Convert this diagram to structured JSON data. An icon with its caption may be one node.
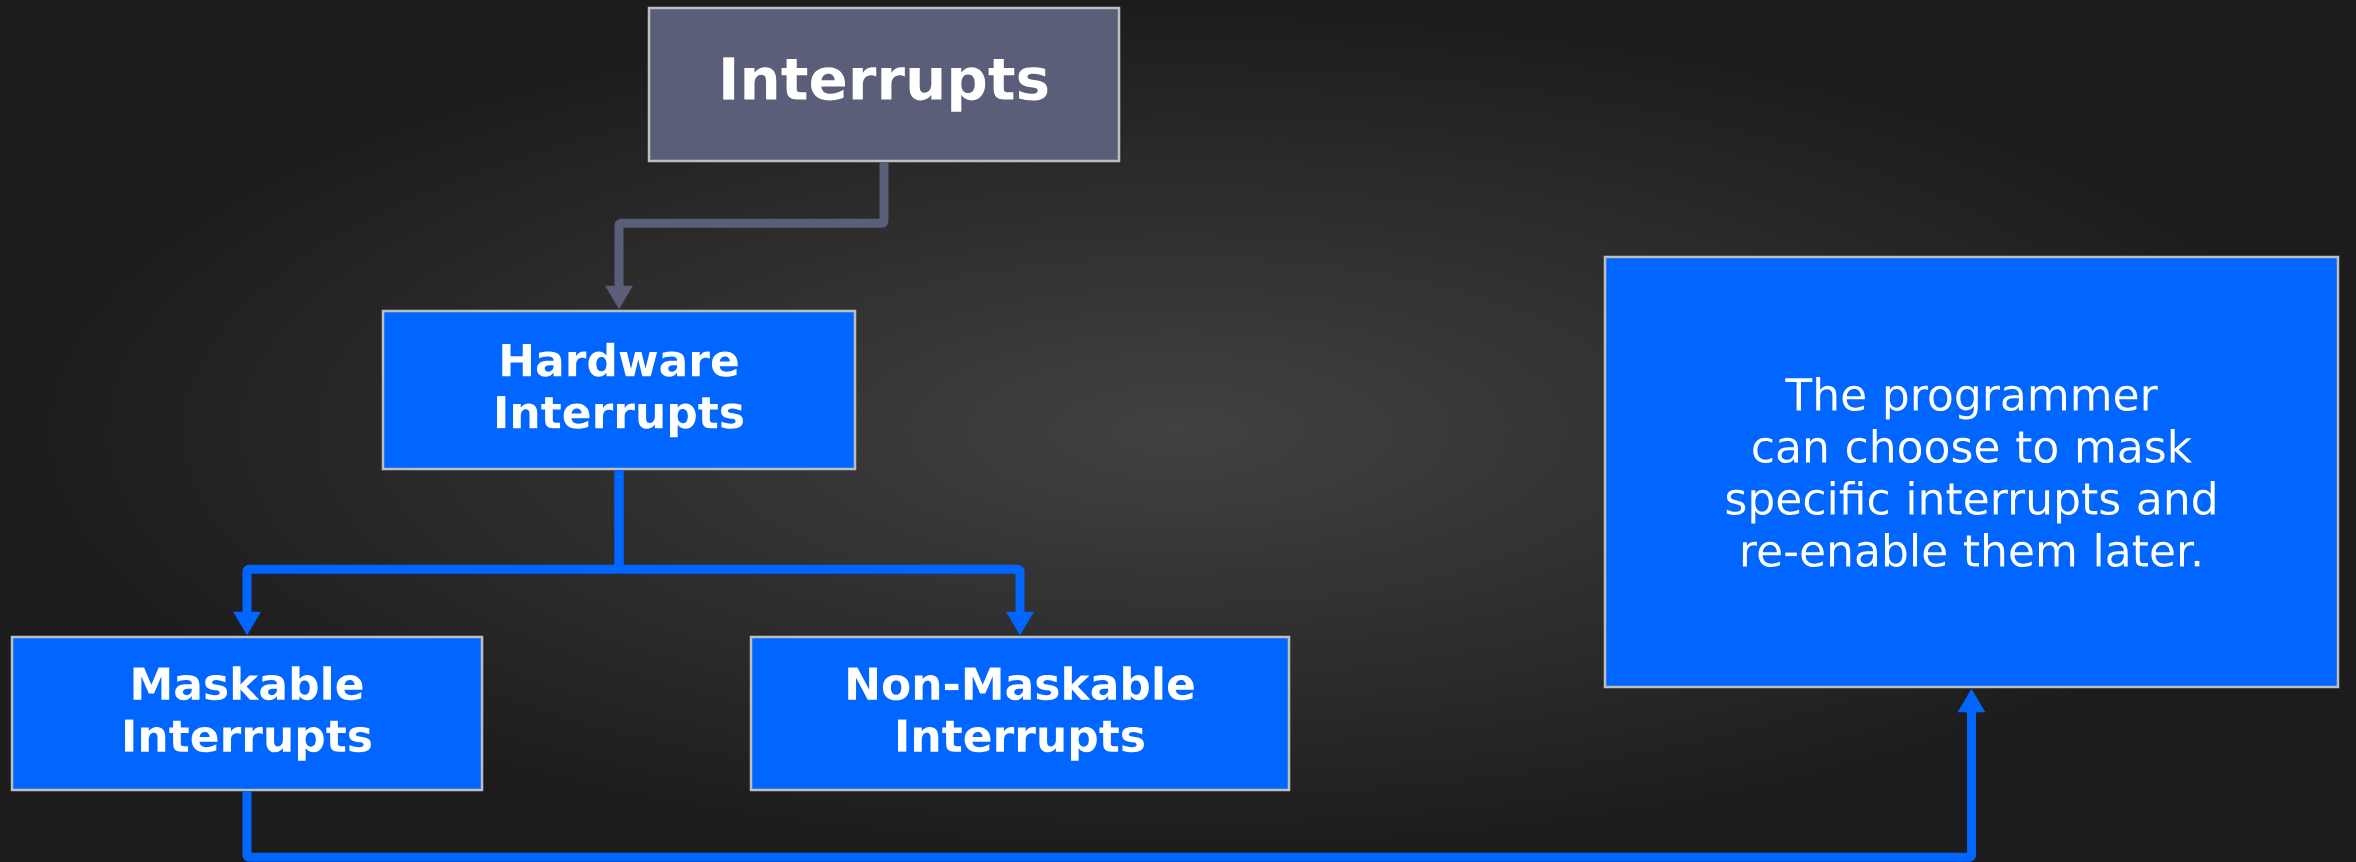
{
  "diagram": {
    "nodes": [
      {
        "text": [
          "Interrupts"
        ]
      },
      {
        "text": [
          "Hardware Interrupts"
        ]
      },
      {
        "text": [
          "Maskable Interrupts"
        ]
      },
      {
        "text": [
          "Non-Maskable Interrupts"
        ]
      },
      {
        "text": [
          "The programmer can choose to mask specific interrupts and re-enable them later."
        ]
      }
    ],
    "edges": [
      {
        "from": 0,
        "to": 1,
        "arrow": "to",
        "color": "#5b5e78"
      },
      {
        "from": 1,
        "to": 2,
        "arrow": "to"
      },
      {
        "from": 1,
        "to": 3,
        "arrow": "to"
      },
      {
        "from": 2,
        "to": 4,
        "arrow": "to"
      }
    ]
  }
}
